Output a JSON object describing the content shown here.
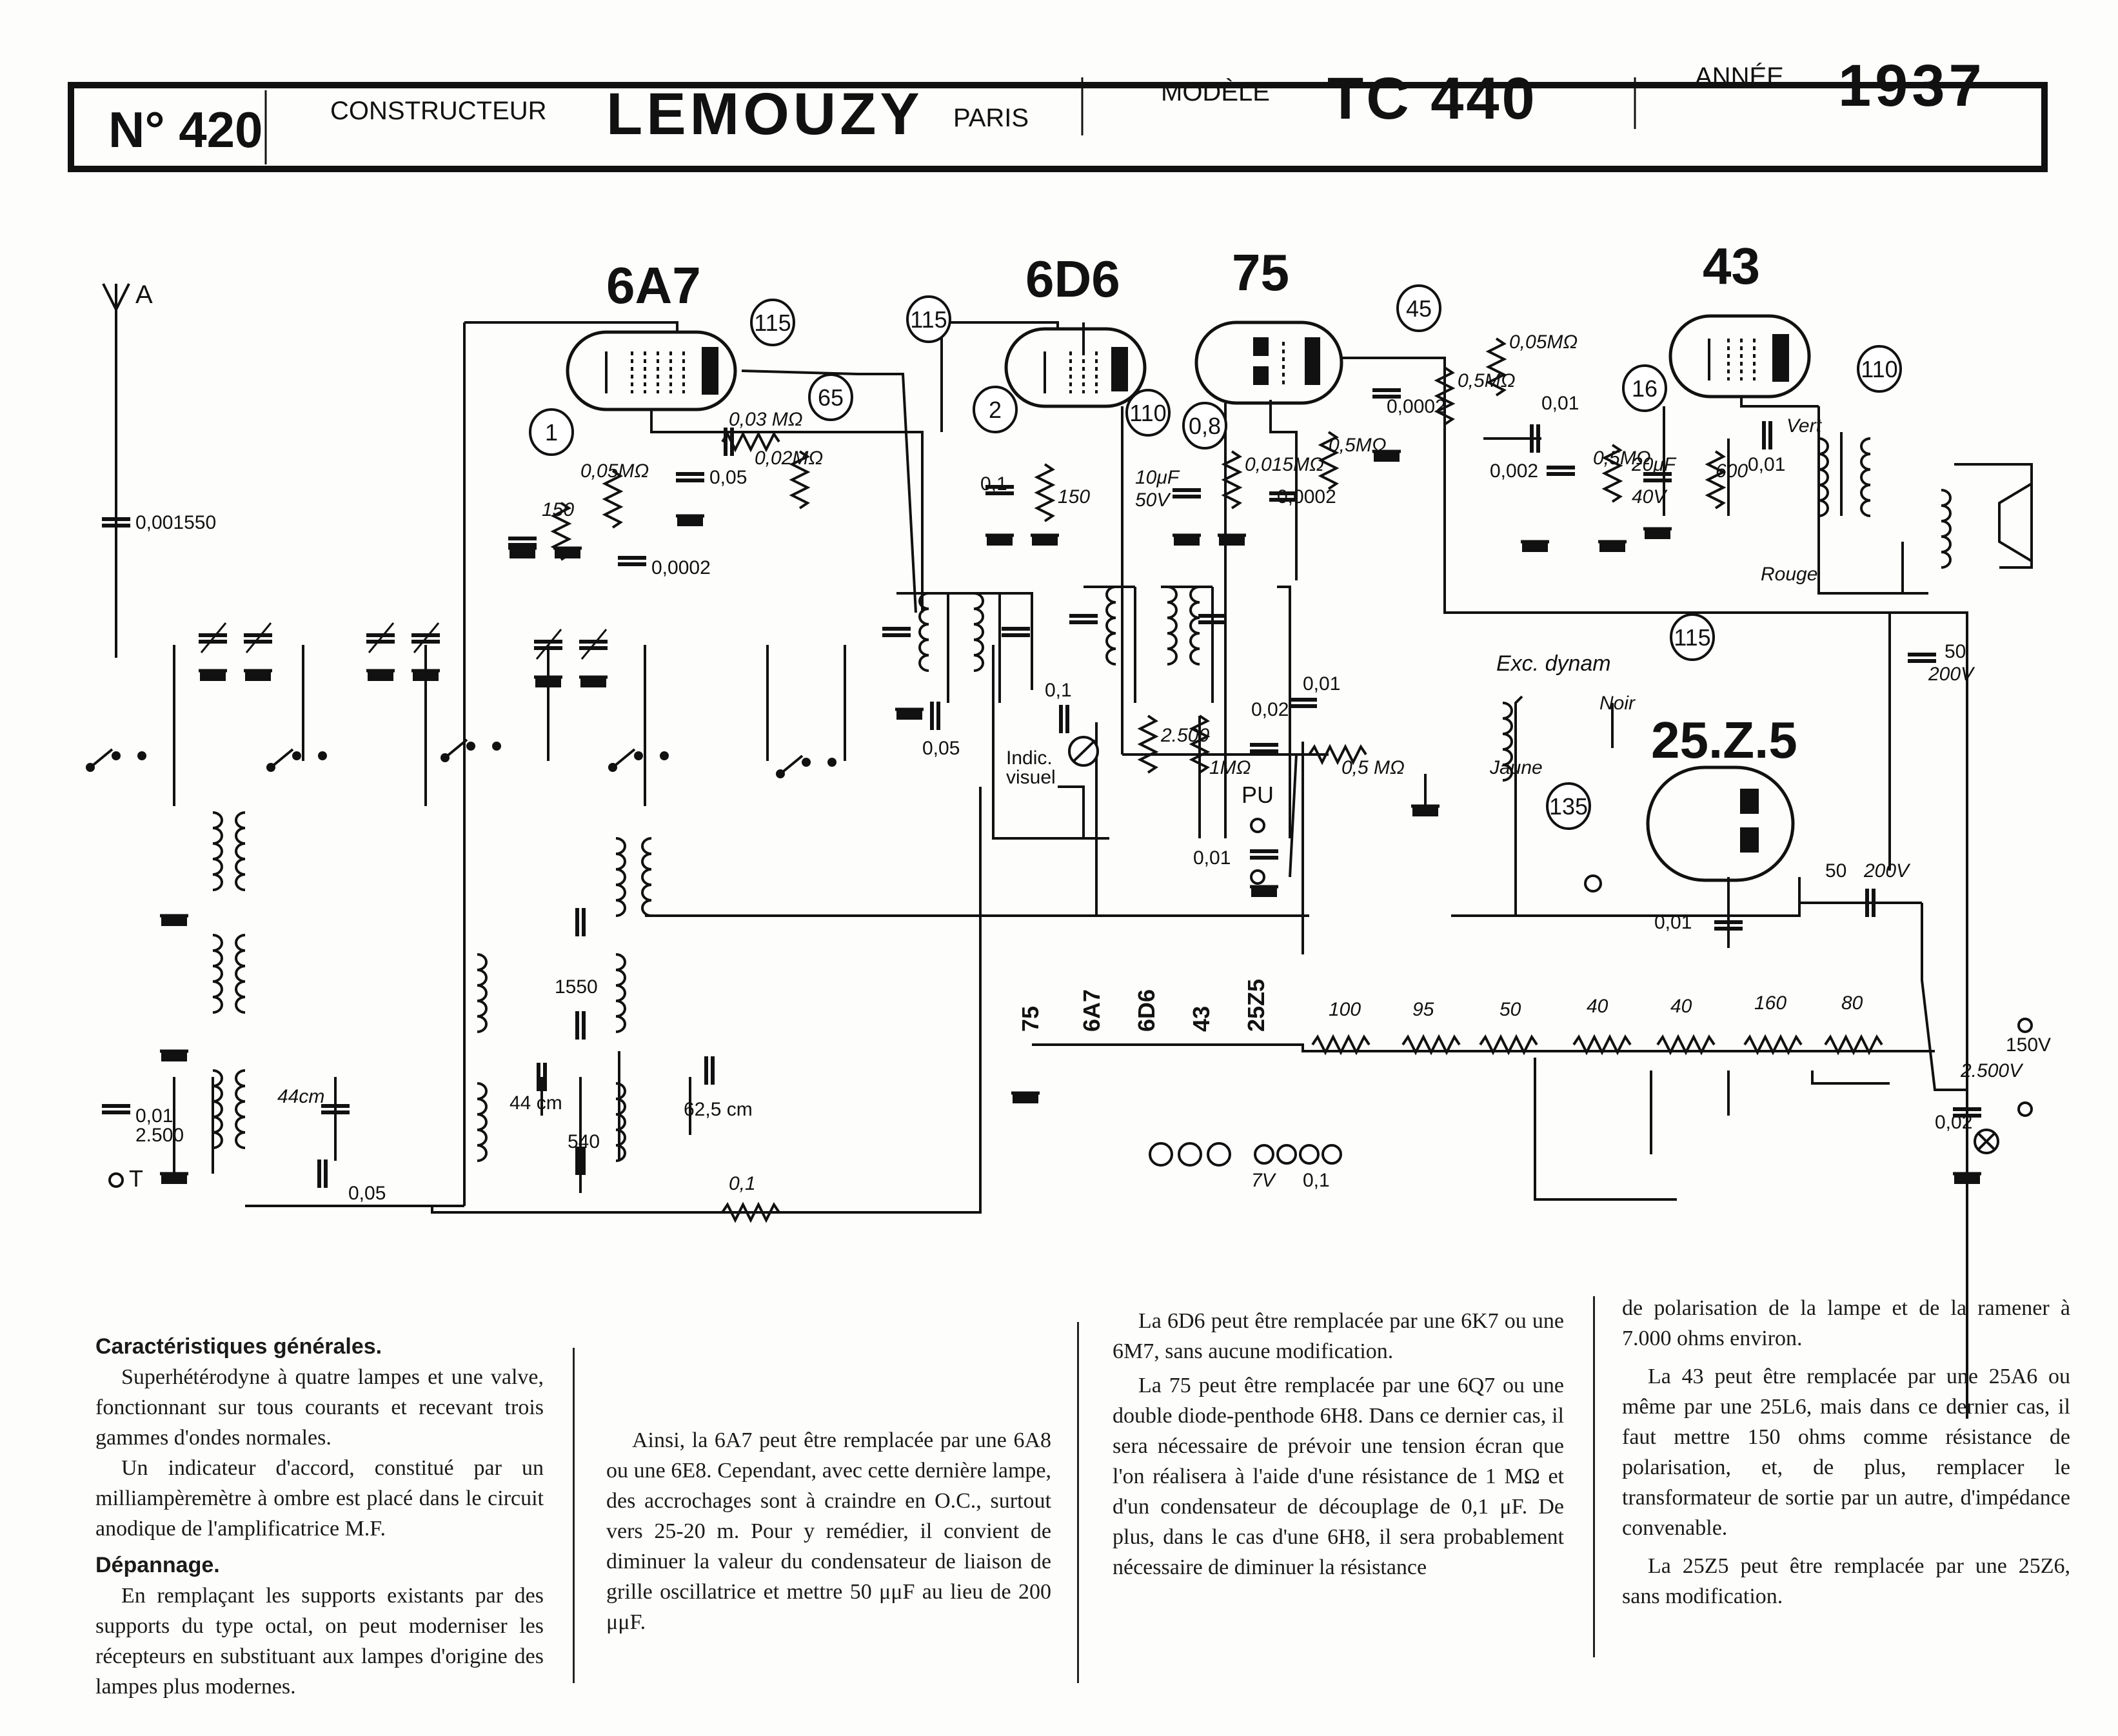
{
  "header": {
    "number": "N° 420",
    "constructeur_label": "CONSTRUCTEUR",
    "constructeur": "LEMOUZY",
    "city": "PARIS",
    "modele_label": "MODÈLE",
    "modele": "TC 440",
    "annee_label": "ANNÉE",
    "annee": "1937"
  },
  "tubes": [
    "6A7",
    "6D6",
    "75",
    "43",
    "25.Z.5"
  ],
  "circled_refs": [
    "115",
    "115",
    "65",
    "1",
    "2",
    "110",
    "0,8",
    "45",
    "16",
    "110",
    "115",
    "135"
  ],
  "component_labels": {
    "antenna": "A",
    "ground": "T",
    "c_ant": "0,001550",
    "c_t1": "0,01",
    "c_t2": "2.500",
    "r150a": "150",
    "r005a": "0,05MΩ",
    "c0002a": "0,0002",
    "r003": "0,03 MΩ",
    "c005a": "0,05",
    "r002": "0,02MΩ",
    "c44cm": "44cm",
    "c005b": "0,05",
    "c44cm_b": "44 cm",
    "c625": "62,5 cm",
    "c1550": "1550",
    "c540": "540",
    "r01": "0,1",
    "c005_if": "0,05",
    "c01a": "0,1",
    "r150b": "150",
    "c01b": "0,1",
    "r2500": "2.500",
    "indic": "Indic.",
    "visuel": "visuel",
    "c10uf": "10μF",
    "c50v": "50V",
    "r0015": "0,015MΩ",
    "c0002b": "0,0002",
    "r05a": "0,5MΩ",
    "r1m": "1MΩ",
    "c002": "0,02",
    "pu": "PU",
    "c001a": "0,01",
    "c001b": "0,01",
    "r05pot": "0,5 MΩ",
    "c0002c": "0,0002",
    "r05b": "0,5MΩ",
    "r005b": "0,05MΩ",
    "c001c": "0,01",
    "c0002d": "0,002",
    "r05c": "0,5MΩ",
    "c20uf": "20μF",
    "c40v": "40V",
    "r600": "600",
    "c001d": "0,01",
    "vert": "Vert",
    "rouge": "Rouge",
    "exc": "Exc. dynam",
    "jaune": "Jaune",
    "noir": "Noir",
    "c50": "50",
    "c200v": "200V",
    "c50b": "50",
    "c200vb": "200V",
    "c001e": "0,01",
    "c002e": "0,02",
    "c2500v": "2.500V",
    "v150": "150V",
    "fil_tubes": [
      "75",
      "6A7",
      "6D6",
      "43",
      "25Z5"
    ],
    "fil_res": [
      "100",
      "95",
      "50",
      "40",
      "40",
      "160",
      "80"
    ],
    "lamp7v": "7V",
    "lamp01": "0,1"
  },
  "text": {
    "h1": "Caractéristiques générales.",
    "p1": "Superhétérodyne à quatre lampes et une valve, fonctionnant sur tous courants et recevant trois gammes d'ondes normales.",
    "p2": "Un indicateur d'accord, constitué par un milliampèremètre à ombre est placé dans le circuit anodique de l'amplificatrice M.F.",
    "h2": "Dépannage.",
    "p3": "En remplaçant les supports existants par des supports du type octal, on peut moderniser les récepteurs en substituant aux lampes d'origine des lampes plus modernes.",
    "p4": "Ainsi, la 6A7 peut être remplacée par une 6A8 ou une 6E8. Cependant, avec cette dernière lampe, des accrochages sont à craindre en O.C., surtout vers 25-20 m. Pour y remédier, il convient de diminuer la valeur du condensateur de liaison de grille oscillatrice et mettre 50 μμF au lieu de 200 μμF.",
    "p5": "La 6D6 peut être remplacée par une 6K7 ou une 6M7, sans aucune modification.",
    "p6": "La 75 peut être remplacée par une 6Q7 ou une double diode-penthode 6H8. Dans ce dernier cas, il sera nécessaire de prévoir une tension écran que l'on réalisera à l'aide d'une résistance de 1 MΩ et d'un condensateur de découplage de 0,1 μF. De plus, dans le cas d'une 6H8, il sera probablement nécessaire de diminuer la résistance",
    "p7": "de polarisation de la lampe et de la ramener à 7.000 ohms environ.",
    "p8": "La 43 peut être remplacée par une 25A6 ou même par une 25L6, mais dans ce dernier cas, il faut mettre 150 ohms comme résistance de polarisation, et, de plus, remplacer le transformateur de sortie par un autre, d'impédance convenable.",
    "p9": "La 25Z5 peut être remplacée par une 25Z6, sans modification."
  }
}
